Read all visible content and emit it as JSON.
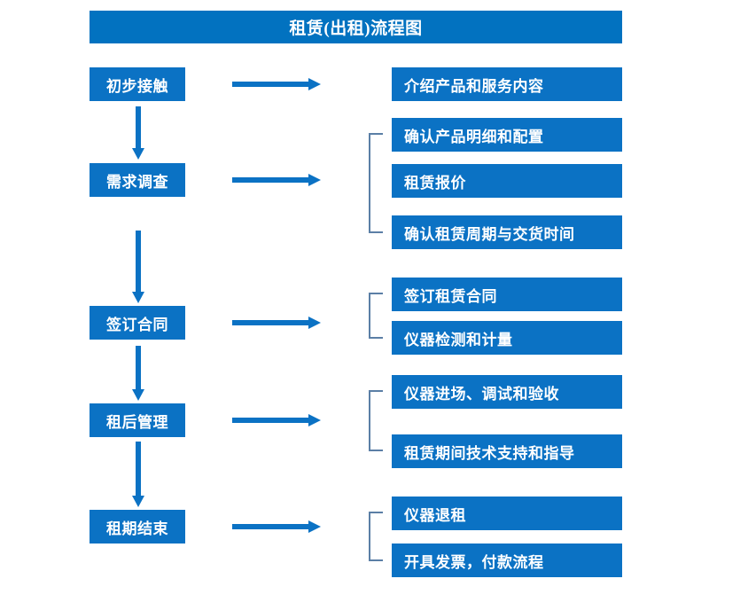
{
  "diagram": {
    "title": "租赁(出租)流程图",
    "colors": {
      "title_bar": "#0272C0",
      "box_fill": "#0B72C4",
      "box_text": "#FFFFFF",
      "arrow": "#0B72C4",
      "bracket": "#5B7FA6",
      "background": "#FFFFFF"
    },
    "stages": [
      {
        "label": "初步接触"
      },
      {
        "label": "需求调查"
      },
      {
        "label": "签订合同"
      },
      {
        "label": "租后管理"
      },
      {
        "label": "租期结束"
      }
    ],
    "details": [
      {
        "label": "介绍产品和服务内容"
      },
      {
        "label": "确认产品明细和配置"
      },
      {
        "label": "租赁报价"
      },
      {
        "label": "确认租赁周期与交货时间"
      },
      {
        "label": "签订租赁合同"
      },
      {
        "label": "仪器检测和计量"
      },
      {
        "label": "仪器进场、调试和验收"
      },
      {
        "label": "租赁期间技术支持和指导"
      },
      {
        "label": "仪器退租"
      },
      {
        "label": "开具发票，付款流程"
      }
    ],
    "flow_arrows": {
      "horizontal_count": 5,
      "vertical_count": 4
    },
    "brackets": [
      {
        "groups_details": [
          "确认产品明细和配置",
          "租赁报价",
          "确认租赁周期与交货时间"
        ]
      },
      {
        "groups_details": [
          "签订租赁合同",
          "仪器检测和计量"
        ]
      },
      {
        "groups_details": [
          "仪器进场、调试和验收",
          "租赁期间技术支持和指导"
        ]
      },
      {
        "groups_details": [
          "仪器退租",
          "开具发票，付款流程"
        ]
      }
    ]
  }
}
